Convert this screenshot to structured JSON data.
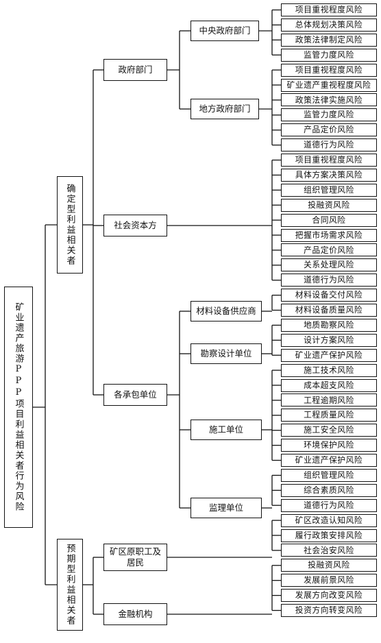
{
  "root": "矿业遗产旅游PPP项目利益相关者行为风险",
  "groups": {
    "confirmed": "确定型利益相关者",
    "expected": "预期型利益相关者"
  },
  "nodes": {
    "government": "政府部门",
    "central_gov": "中央政府部门",
    "local_gov": "地方政府部门",
    "social_capital": "社会资本方",
    "contractors": "各承包单位",
    "material_supplier": "材料设备供应商",
    "survey_design": "勘察设计单位",
    "construction": "施工单位",
    "supervision": "监理单位",
    "residents": "矿区原职工及居民",
    "financial": "金融机构"
  },
  "leaves": {
    "central_gov": [
      "项目重视程度风险",
      "总体规划决策风险",
      "政策法律制定风险",
      "监管力度风险"
    ],
    "local_gov": [
      "项目重视程度风险",
      "矿业遗产重视程度风险",
      "政策法律实施风险",
      "监管力度风险",
      "产品定价风险",
      "道德行为风险"
    ],
    "social_capital": [
      "项目重视程度风险",
      "具体方案决策风险",
      "组织管理风险",
      "投融资风险",
      "合同风险",
      "把握市场需求风险",
      "产品定价风险",
      "关系处理风险",
      "道德行为风险"
    ],
    "material_supplier": [
      "材料设备交付风险",
      "材料设备质量风险"
    ],
    "survey_design": [
      "地质勘察风险",
      "设计方案风险",
      "矿业遗产保护风险"
    ],
    "construction": [
      "施工技术风险",
      "成本超支风险",
      "工程逾期风险",
      "工程质量风险",
      "施工安全风险",
      "环境保护风险",
      "矿业遗产保护风险"
    ],
    "supervision": [
      "组织管理风险",
      "综合素质风险",
      "道德行为风险"
    ],
    "residents": [
      "矿区改造认知风险",
      "履行政策安排风险",
      "社会治安风险"
    ],
    "financial": [
      "投融资风险",
      "发展前景风险",
      "发展方向改变风险",
      "投资方向转变风险"
    ]
  }
}
